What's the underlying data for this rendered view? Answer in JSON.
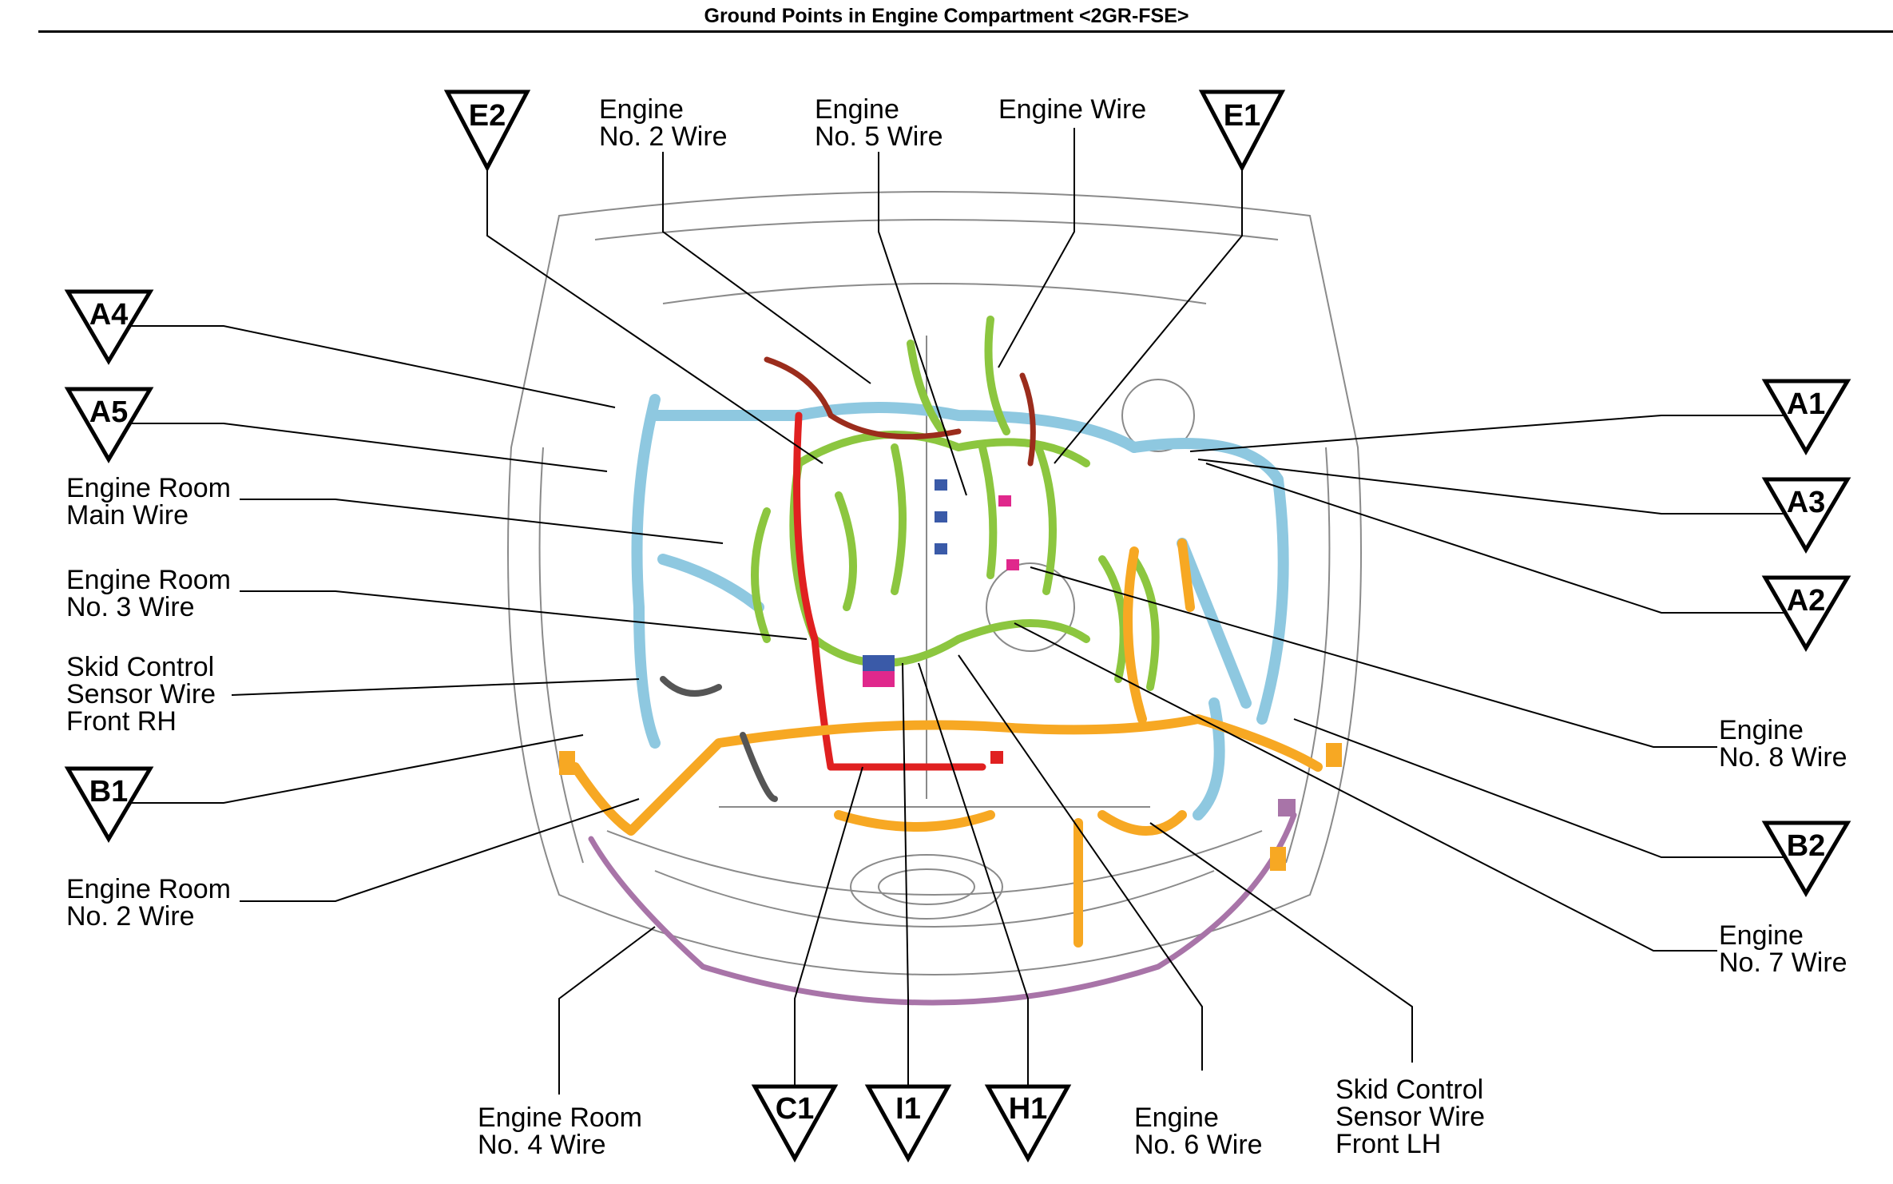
{
  "title": "Ground Points in Engine Compartment <2GR-FSE>",
  "ground_points": [
    {
      "id": "E2"
    },
    {
      "id": "E1"
    },
    {
      "id": "A4"
    },
    {
      "id": "A5"
    },
    {
      "id": "A1"
    },
    {
      "id": "A3"
    },
    {
      "id": "A2"
    },
    {
      "id": "B1"
    },
    {
      "id": "B2"
    },
    {
      "id": "C1"
    },
    {
      "id": "I1"
    },
    {
      "id": "H1"
    }
  ],
  "wire_labels": [
    {
      "id": "eng2",
      "lines": [
        "Engine",
        "No. 2 Wire"
      ]
    },
    {
      "id": "eng5",
      "lines": [
        "Engine",
        "No. 5 Wire"
      ]
    },
    {
      "id": "engw",
      "lines": [
        "Engine Wire"
      ]
    },
    {
      "id": "erm",
      "lines": [
        "Engine Room",
        "Main Wire"
      ]
    },
    {
      "id": "er3",
      "lines": [
        "Engine Room",
        "No. 3 Wire"
      ]
    },
    {
      "id": "skrh",
      "lines": [
        "Skid Control",
        "Sensor Wire",
        "Front RH"
      ]
    },
    {
      "id": "er2",
      "lines": [
        "Engine Room",
        "No. 2 Wire"
      ]
    },
    {
      "id": "er4",
      "lines": [
        "Engine Room",
        "No. 4 Wire"
      ]
    },
    {
      "id": "eng6",
      "lines": [
        "Engine",
        "No. 6 Wire"
      ]
    },
    {
      "id": "sklh",
      "lines": [
        "Skid Control",
        "Sensor Wire",
        "Front LH"
      ]
    },
    {
      "id": "eng8",
      "lines": [
        "Engine",
        "No. 8 Wire"
      ]
    },
    {
      "id": "eng7",
      "lines": [
        "Engine",
        "No. 7 Wire"
      ]
    }
  ],
  "colors": {
    "engine_harness": "#8cc63f",
    "engine_room_harness": "#8ec8e0",
    "orange_harness": "#f7a823",
    "red_harness": "#e02020",
    "brown_harness": "#9b2c1c",
    "purple_harness": "#a874a8",
    "pink_connector": "#e0288c",
    "blue_connector": "#3a5aa8",
    "outline": "#777777"
  }
}
